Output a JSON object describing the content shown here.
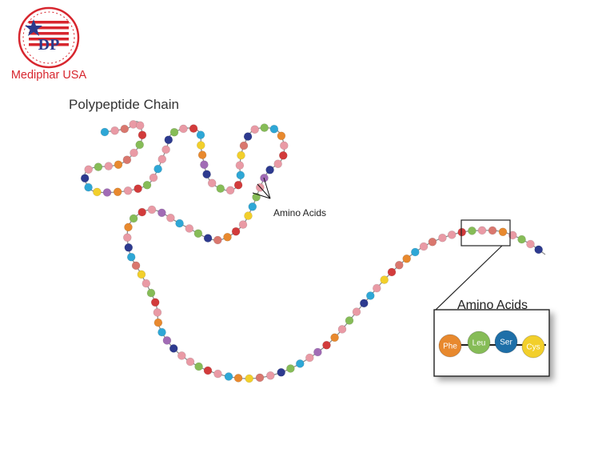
{
  "brand": {
    "name": "Mediphar USA",
    "logo_monogram": "DP",
    "logo_color": "#d7262e",
    "logo_blue": "#2b3a8c"
  },
  "diagram": {
    "title": "Polypeptide Chain",
    "pointer_label": "Amino Acids",
    "inset": {
      "title": "Amino Acids",
      "residues": [
        {
          "abbr": "Phe",
          "color": "#e8892e"
        },
        {
          "abbr": "Leu",
          "color": "#86bc57"
        },
        {
          "abbr": "Ser",
          "color": "#1e6fa8"
        },
        {
          "abbr": "Cys",
          "color": "#f2cf2b"
        }
      ]
    },
    "bead_palette": [
      "#e99aa5",
      "#e8892e",
      "#86bc57",
      "#2ea7d6",
      "#2d3a8f",
      "#d23b3b",
      "#a16bb5",
      "#f2cf2b",
      "#e99aa5",
      "#d9776e"
    ]
  }
}
